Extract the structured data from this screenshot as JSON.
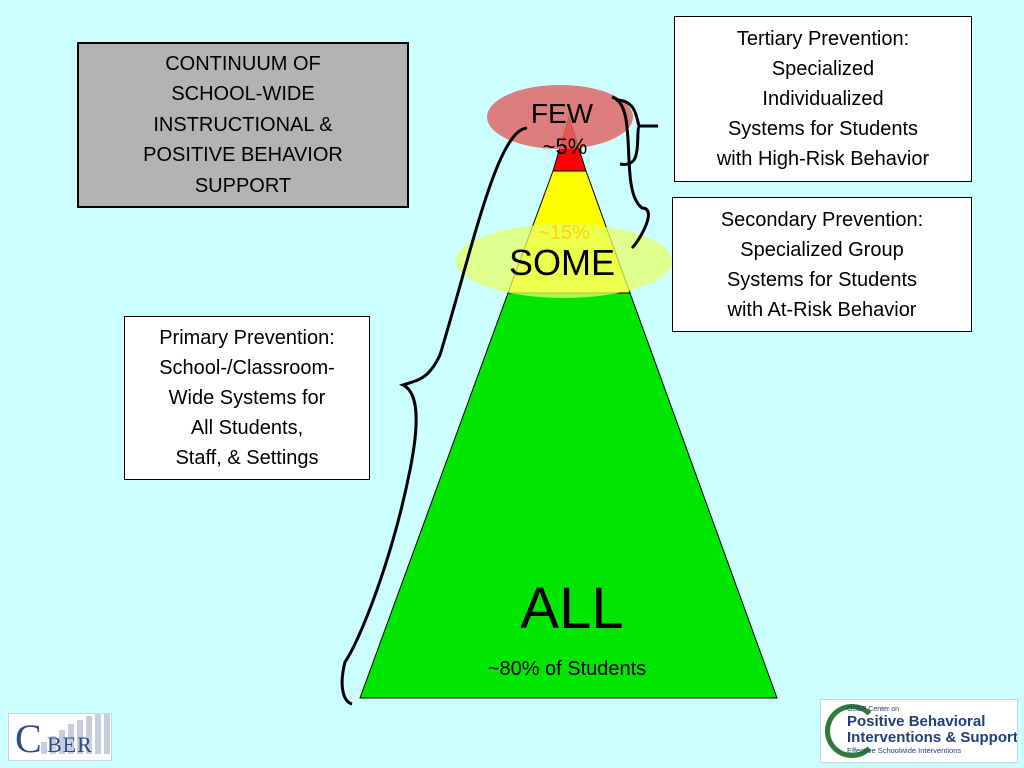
{
  "title_box": {
    "lines": [
      "CONTINUUM OF",
      "SCHOOL-WIDE",
      "INSTRUCTIONAL &",
      "POSITIVE BEHAVIOR",
      "SUPPORT"
    ]
  },
  "tertiary_box": {
    "lines": [
      "Tertiary Prevention:",
      "Specialized",
      "Individualized",
      "Systems for Students",
      "with High-Risk Behavior"
    ]
  },
  "secondary_box": {
    "lines": [
      "Secondary Prevention:",
      "Specialized Group",
      "Systems for Students",
      "with At-Risk Behavior"
    ]
  },
  "primary_box": {
    "lines": [
      "Primary Prevention:",
      "School-/Classroom-",
      "Wide Systems for",
      "All Students,",
      "Staff, & Settings"
    ]
  },
  "tiers": {
    "few": {
      "label": "FEW",
      "percent": "~5%"
    },
    "some": {
      "label": "SOME",
      "percent": "~15%"
    },
    "all": {
      "label": "ALL",
      "percent": "~80% of Students"
    }
  },
  "colors": {
    "background": "#ccffff",
    "tier_red": "#ff0000",
    "tier_yellow": "#ffff00",
    "tier_green": "#00e600",
    "few_highlight": "#e06666",
    "some_highlight": "#e6ff66"
  },
  "logos": {
    "cber": {
      "big": "C",
      "rest": "BER"
    },
    "pbis": {
      "line1": "OSEP Center on",
      "line2": "Positive Behavioral",
      "line3": "Interventions & Supports",
      "line4": "Effective Schoolwide Interventions"
    }
  }
}
